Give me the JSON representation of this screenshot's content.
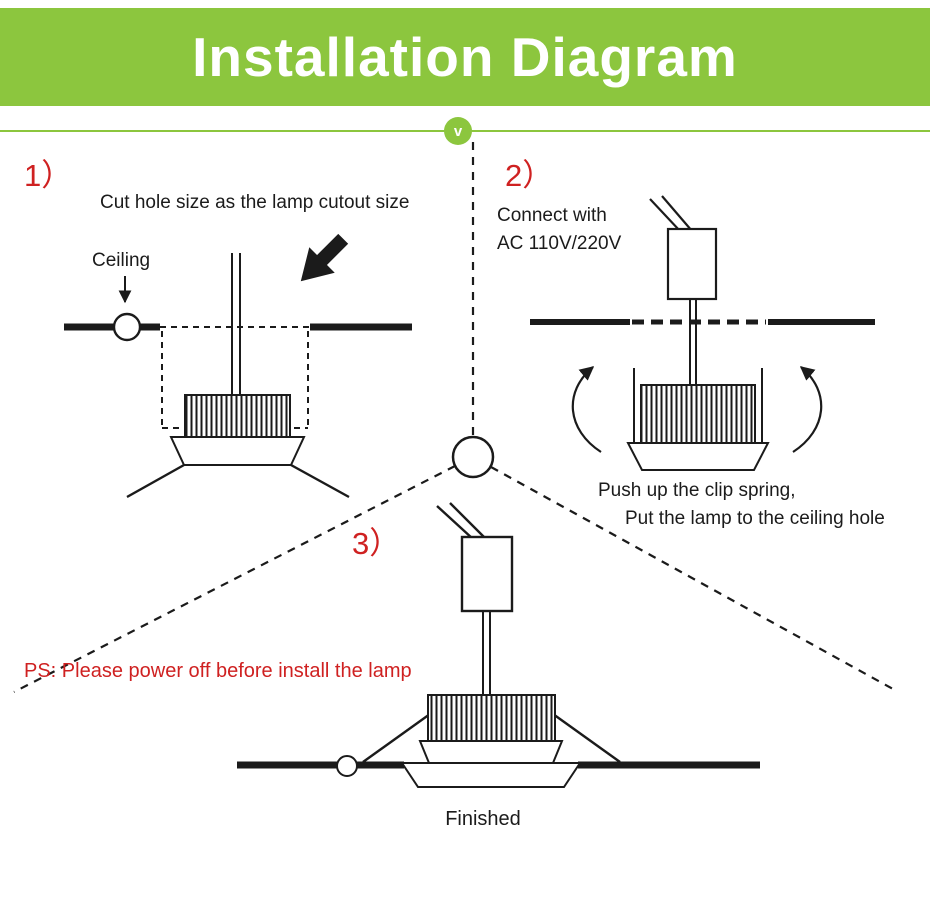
{
  "header": {
    "title": "Installation Diagram",
    "divider_badge": "v"
  },
  "step1": {
    "number": "1）",
    "caption": "Cut hole size as the lamp cutout size",
    "ceiling_label": "Ceiling"
  },
  "step2": {
    "number": "2）",
    "connect_line1": "Connect with",
    "connect_line2": "AC 110V/220V",
    "instruction_line1": "Push up the clip spring,",
    "instruction_line2": "Put the lamp to the ceiling hole"
  },
  "step3": {
    "number": "3）",
    "warning": "PS: Please power off before install the lamp",
    "finished_label": "Finished"
  },
  "colors": {
    "header_green": "#8cc63e",
    "accent_red": "#cf2121",
    "line_black": "#1b1b1b"
  }
}
